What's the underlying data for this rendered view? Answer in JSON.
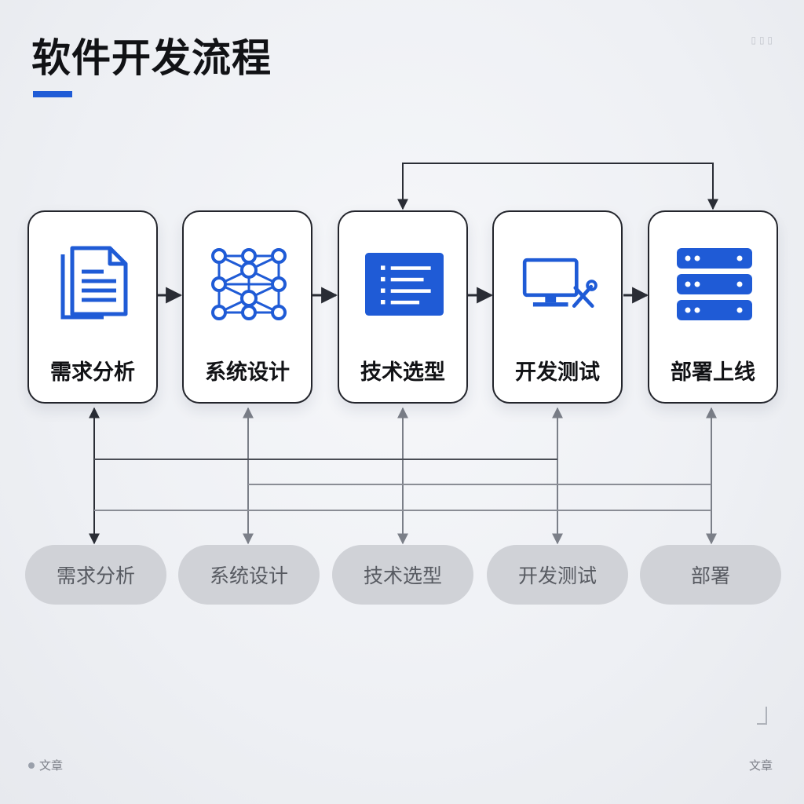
{
  "title": "软件开发流程",
  "steps": [
    {
      "label": "需求分析",
      "icon": "document-icon"
    },
    {
      "label": "系统设计",
      "icon": "network-icon"
    },
    {
      "label": "技术选型",
      "icon": "checklist-icon"
    },
    {
      "label": "开发测试",
      "icon": "monitor-wrench-icon"
    },
    {
      "label": "部署上线",
      "icon": "server-icon"
    }
  ],
  "stages": [
    "需求分析",
    "系统设计",
    "技术选型",
    "开发测试",
    "部署"
  ],
  "footer": {
    "left": "文章",
    "right": "文章"
  },
  "colors": {
    "accent": "#1f5bd6",
    "card_border": "#23252c",
    "pill": "#d0d2d7",
    "connector_dark": "#2a2d35",
    "connector_gray": "#7b7f88"
  }
}
